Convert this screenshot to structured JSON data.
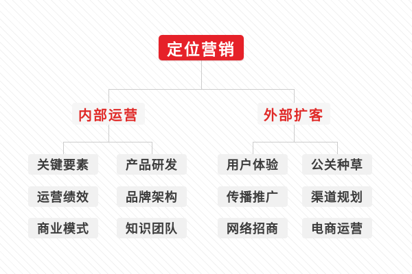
{
  "diagram": {
    "type": "mind-map / org-chart, top-down, 3 levels",
    "colors": {
      "root_bg": "#e62129",
      "root_text": "#ffffff",
      "branch_bg": "#f6f6f6",
      "branch_text": "#e02a28",
      "leaf_bg": "#f1f1f1",
      "leaf_text": "#3b3b3b",
      "connector": "#cccccc",
      "background_stripe": "#f1f1f1"
    },
    "tree": {
      "root": {
        "label": "定位营销"
      },
      "branches": [
        {
          "label": "内部运营",
          "leaves": [
            "关键要素",
            "产品研发",
            "运营绩效",
            "品牌架构",
            "商业模式",
            "知识团队"
          ]
        },
        {
          "label": "外部扩客",
          "leaves": [
            "用户体验",
            "公关种草",
            "传播推广",
            "渠道规划",
            "网络招商",
            "电商运营"
          ]
        }
      ]
    }
  }
}
